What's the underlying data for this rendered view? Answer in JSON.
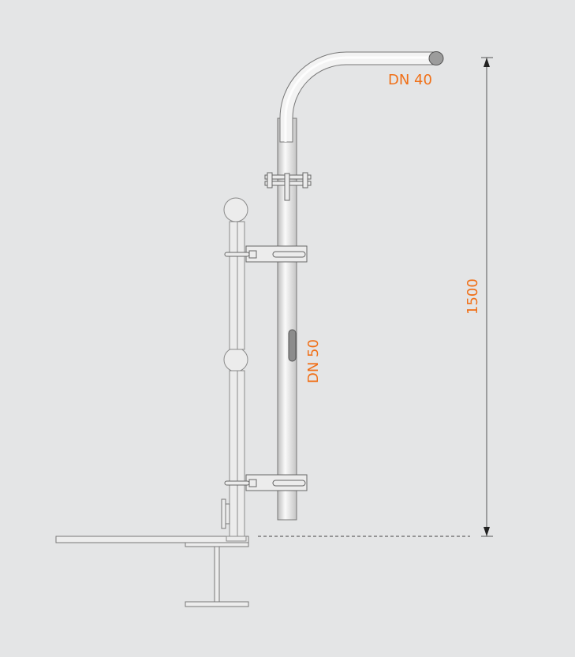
{
  "labels": {
    "top_pipe": "DN 40",
    "main_pipe": "DN 50",
    "height": "1500"
  },
  "colors": {
    "background": "#e4e5e6",
    "annotation": "#f07018",
    "line": "#777777",
    "pipe_highlight": "#fbfbfb",
    "pipe_shade": "#b9b9b9",
    "cap": "#9a9a9a"
  }
}
